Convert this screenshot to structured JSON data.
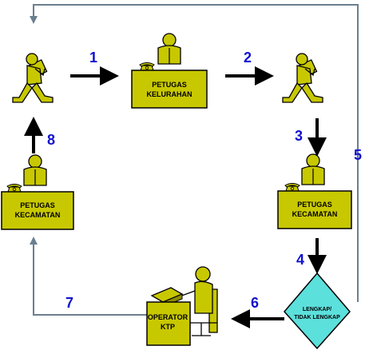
{
  "colors": {
    "figure_fill": "#C8C800",
    "figure_dark": "#8C8C00",
    "outline": "#000000",
    "diamond_fill": "#5CE0DC",
    "step_number": "#1010D0",
    "arrow_thin": "#6B7F8F",
    "arrow_thick": "#000000"
  },
  "boxes": {
    "petugas_kelurahan": {
      "line1": "PETUGAS",
      "line2": "KELURAHAN"
    },
    "petugas_kecamatan_right": {
      "line1": "PETUGAS",
      "line2": "KECAMATAN"
    },
    "petugas_kecamatan_left": {
      "line1": "PETUGAS",
      "line2": "KECAMATAN"
    },
    "operator_ktp": {
      "line1": "OPERATOR",
      "line2": "KTP"
    }
  },
  "decision": {
    "line1": "LENGKAP/",
    "line2": "TIDAK LENGKAP"
  },
  "steps": [
    "1",
    "2",
    "3",
    "4",
    "5",
    "6",
    "7",
    "8"
  ],
  "icons": {
    "walking_person": "walking-person-carrying-box-icon",
    "desk_clerk": "clerk-at-desk-icon",
    "telephone": "telephone-icon",
    "computer_operator": "operator-at-computer-icon"
  }
}
